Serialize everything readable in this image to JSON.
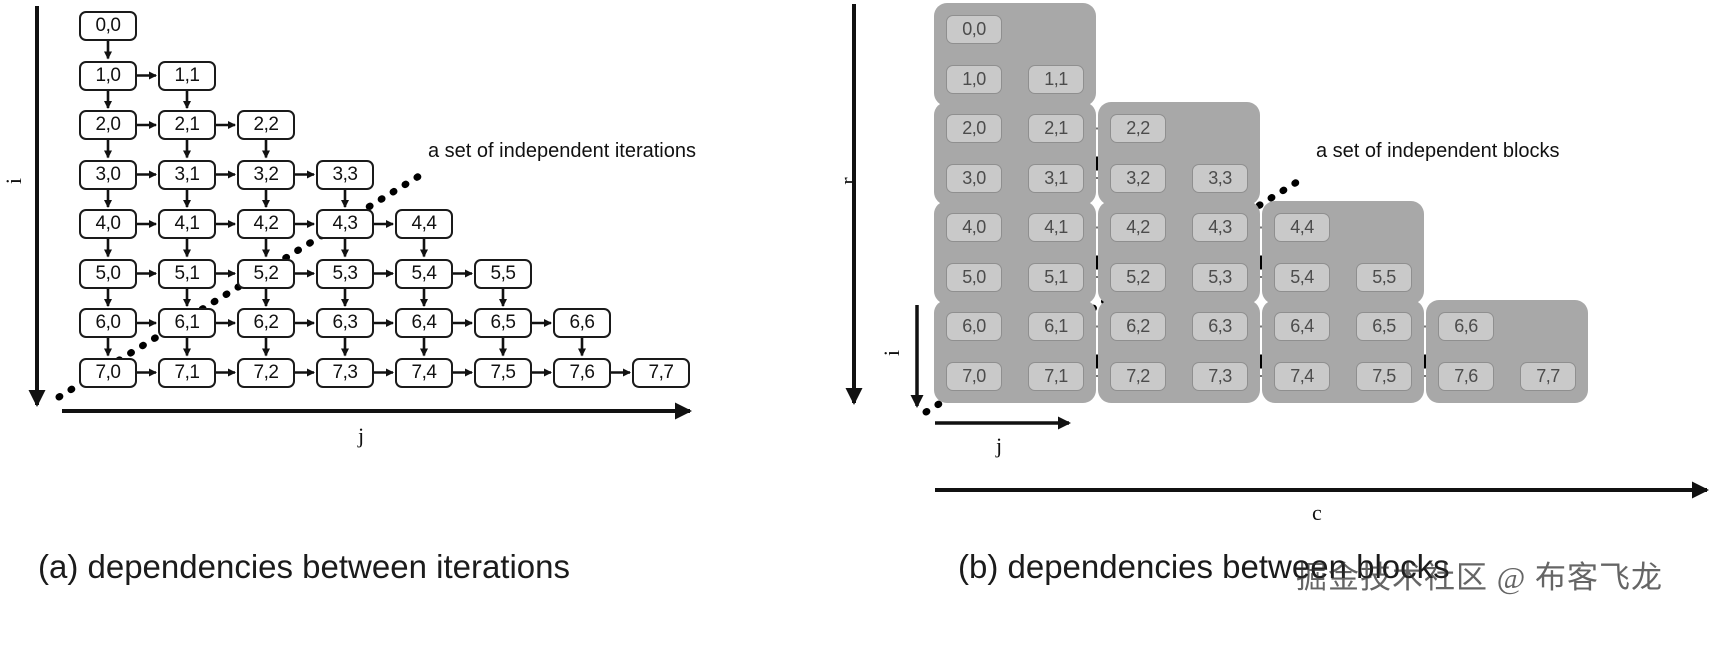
{
  "figure": {
    "type": "diagram",
    "description": "Two-panel figure comparing loop-iteration dependencies with blocked (tiled) dependencies over a lower-triangular 8x8 iteration space."
  },
  "panel_a": {
    "caption": "(a) dependencies between iterations",
    "annotation": "a set of independent iterations",
    "axis_vertical_label": "i",
    "axis_horizontal_label": "j",
    "grid": {
      "rows": 8,
      "cols_per_row": [
        1,
        2,
        3,
        4,
        5,
        6,
        7,
        8
      ]
    },
    "nodes": [
      [
        "0,0"
      ],
      [
        "1,0",
        "1,1"
      ],
      [
        "2,0",
        "2,1",
        "2,2"
      ],
      [
        "3,0",
        "3,1",
        "3,2",
        "3,3"
      ],
      [
        "4,0",
        "4,1",
        "4,2",
        "4,3",
        "4,4"
      ],
      [
        "5,0",
        "5,1",
        "5,2",
        "5,3",
        "5,4",
        "5,5"
      ],
      [
        "6,0",
        "6,1",
        "6,2",
        "6,3",
        "6,4",
        "6,5",
        "6,6"
      ],
      [
        "7,0",
        "7,1",
        "7,2",
        "7,3",
        "7,4",
        "7,5",
        "7,6",
        "7,7"
      ]
    ],
    "colors": {
      "node_border": "#1a1a1a",
      "node_fill": "#ffffff",
      "arrow": "#111111",
      "wavefront_line": "#000000"
    }
  },
  "panel_b": {
    "caption": "(b) dependencies between blocks",
    "annotation": "a set of independent blocks",
    "axis_vertical_outer_label": "r",
    "axis_vertical_inner_label": "i",
    "axis_horizontal_outer_label": "c",
    "axis_horizontal_inner_label": "j",
    "block_size": "2x2",
    "grid": {
      "rows": 8,
      "cols_per_row": [
        1,
        2,
        3,
        4,
        5,
        6,
        7,
        8
      ]
    },
    "nodes": [
      [
        "0,0"
      ],
      [
        "1,0",
        "1,1"
      ],
      [
        "2,0",
        "2,1",
        "2,2"
      ],
      [
        "3,0",
        "3,1",
        "3,2",
        "3,3"
      ],
      [
        "4,0",
        "4,1",
        "4,2",
        "4,3",
        "4,4"
      ],
      [
        "5,0",
        "5,1",
        "5,2",
        "5,3",
        "5,4",
        "5,5"
      ],
      [
        "6,0",
        "6,1",
        "6,2",
        "6,3",
        "6,4",
        "6,5",
        "6,6"
      ],
      [
        "7,0",
        "7,1",
        "7,2",
        "7,3",
        "7,4",
        "7,5",
        "7,6",
        "7,7"
      ]
    ],
    "blocks": [
      {
        "r": 0,
        "c": 0
      },
      {
        "r": 1,
        "c": 0
      },
      {
        "r": 1,
        "c": 1
      },
      {
        "r": 2,
        "c": 0
      },
      {
        "r": 2,
        "c": 1
      },
      {
        "r": 2,
        "c": 2
      },
      {
        "r": 3,
        "c": 0
      },
      {
        "r": 3,
        "c": 1
      },
      {
        "r": 3,
        "c": 2
      },
      {
        "r": 3,
        "c": 3
      }
    ],
    "colors": {
      "block_fill": "#a8a8a8",
      "node_fill": "#c9c9c9",
      "node_border": "#8f8f8f",
      "node_text": "#4c4c4c",
      "inner_arrow": "#777777",
      "block_arrow": "#000000"
    }
  },
  "watermark": {
    "text": "掘金技术社区 @ 布客飞龙"
  }
}
